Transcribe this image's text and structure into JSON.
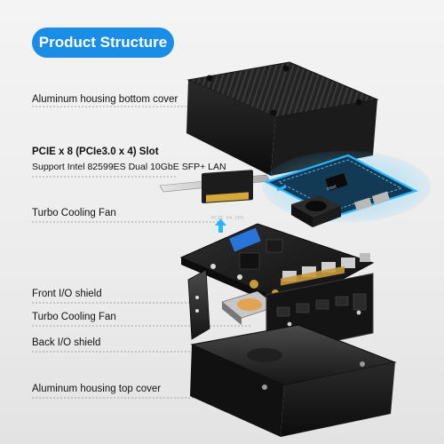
{
  "header": {
    "title": "Product Structure"
  },
  "callouts": {
    "bottom_cover": "Aluminum housing bottom cover",
    "pcie_title": "PCIE x 8 (PCIe3.0 x 4) Slot",
    "pcie_sub": "Support Intel 82599ES Dual 10GbE SFP+ LAN",
    "fan1": "Turbo Cooling Fan",
    "front_io": "Front I/O shield",
    "fan2": "Turbo Cooling Fan",
    "back_io": "Back I/O shield",
    "top_cover": "Aluminum housing top cover"
  },
  "card_labels": {
    "pcie_riser": "PCIE X4 CPU",
    "nic_chip": "Intel"
  },
  "colors": {
    "accent": "#1a8de6",
    "nic_glow": "#27b6ff",
    "housing": "#1f1f1f",
    "leader": "#8a8a8a"
  }
}
